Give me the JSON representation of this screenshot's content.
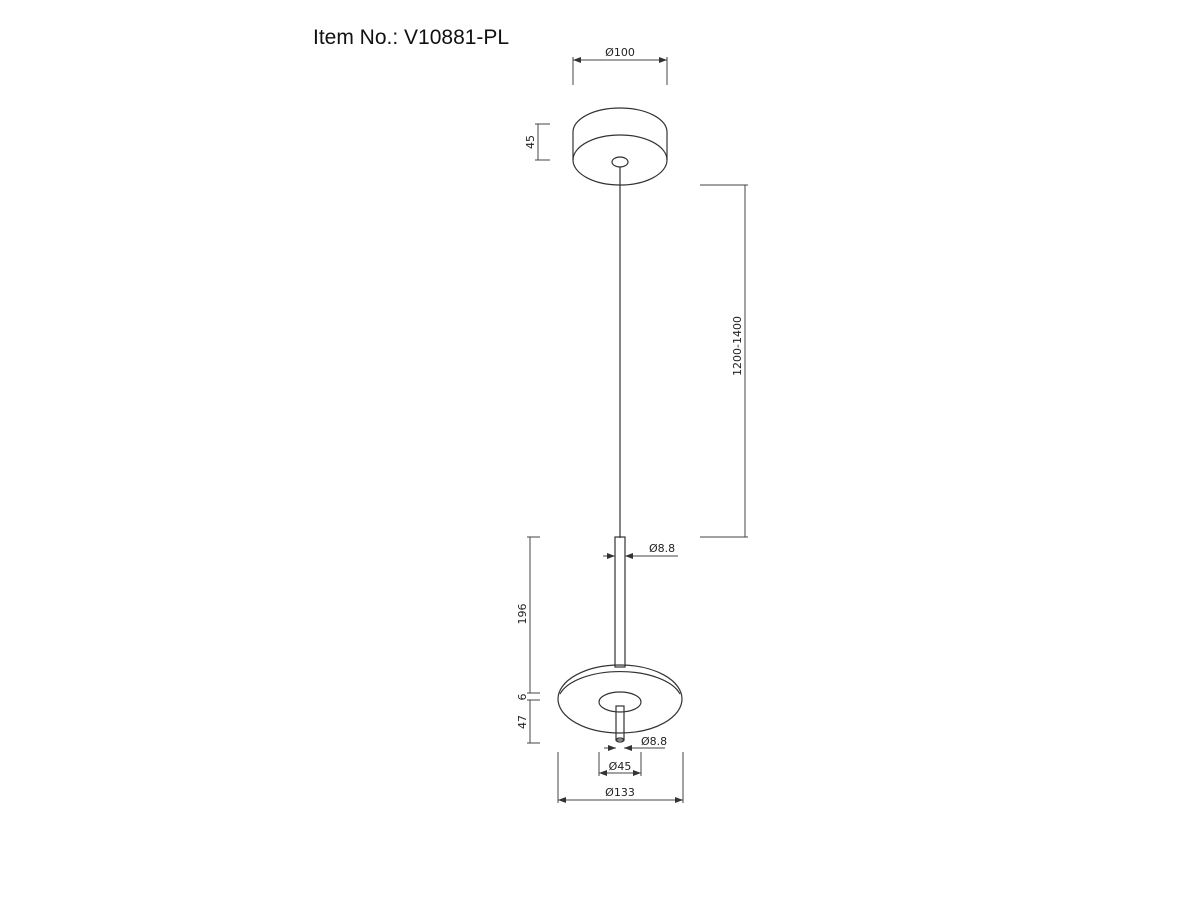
{
  "title": "Item No.: V10881-PL",
  "dimensions": {
    "canopy_diameter": "Ø100",
    "canopy_height": "45",
    "cable_length": "1200-1400",
    "rod_diameter_top": "Ø8.8",
    "rod_length": "196",
    "disc_thickness": "6",
    "lower_height": "47",
    "rod_diameter_bottom": "Ø8.8",
    "inner_diameter": "Ø45",
    "disc_diameter": "Ø133"
  }
}
